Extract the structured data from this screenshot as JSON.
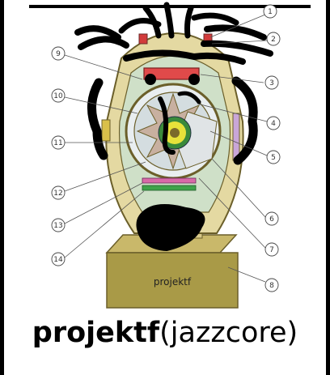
{
  "caption": {
    "bold": "projektf",
    "rest": "(jazzcore)"
  },
  "base_label": "projektf",
  "callouts": [
    "1",
    "2",
    "3",
    "4",
    "5",
    "6",
    "7",
    "8",
    "9",
    "10",
    "11",
    "12",
    "13",
    "14"
  ]
}
